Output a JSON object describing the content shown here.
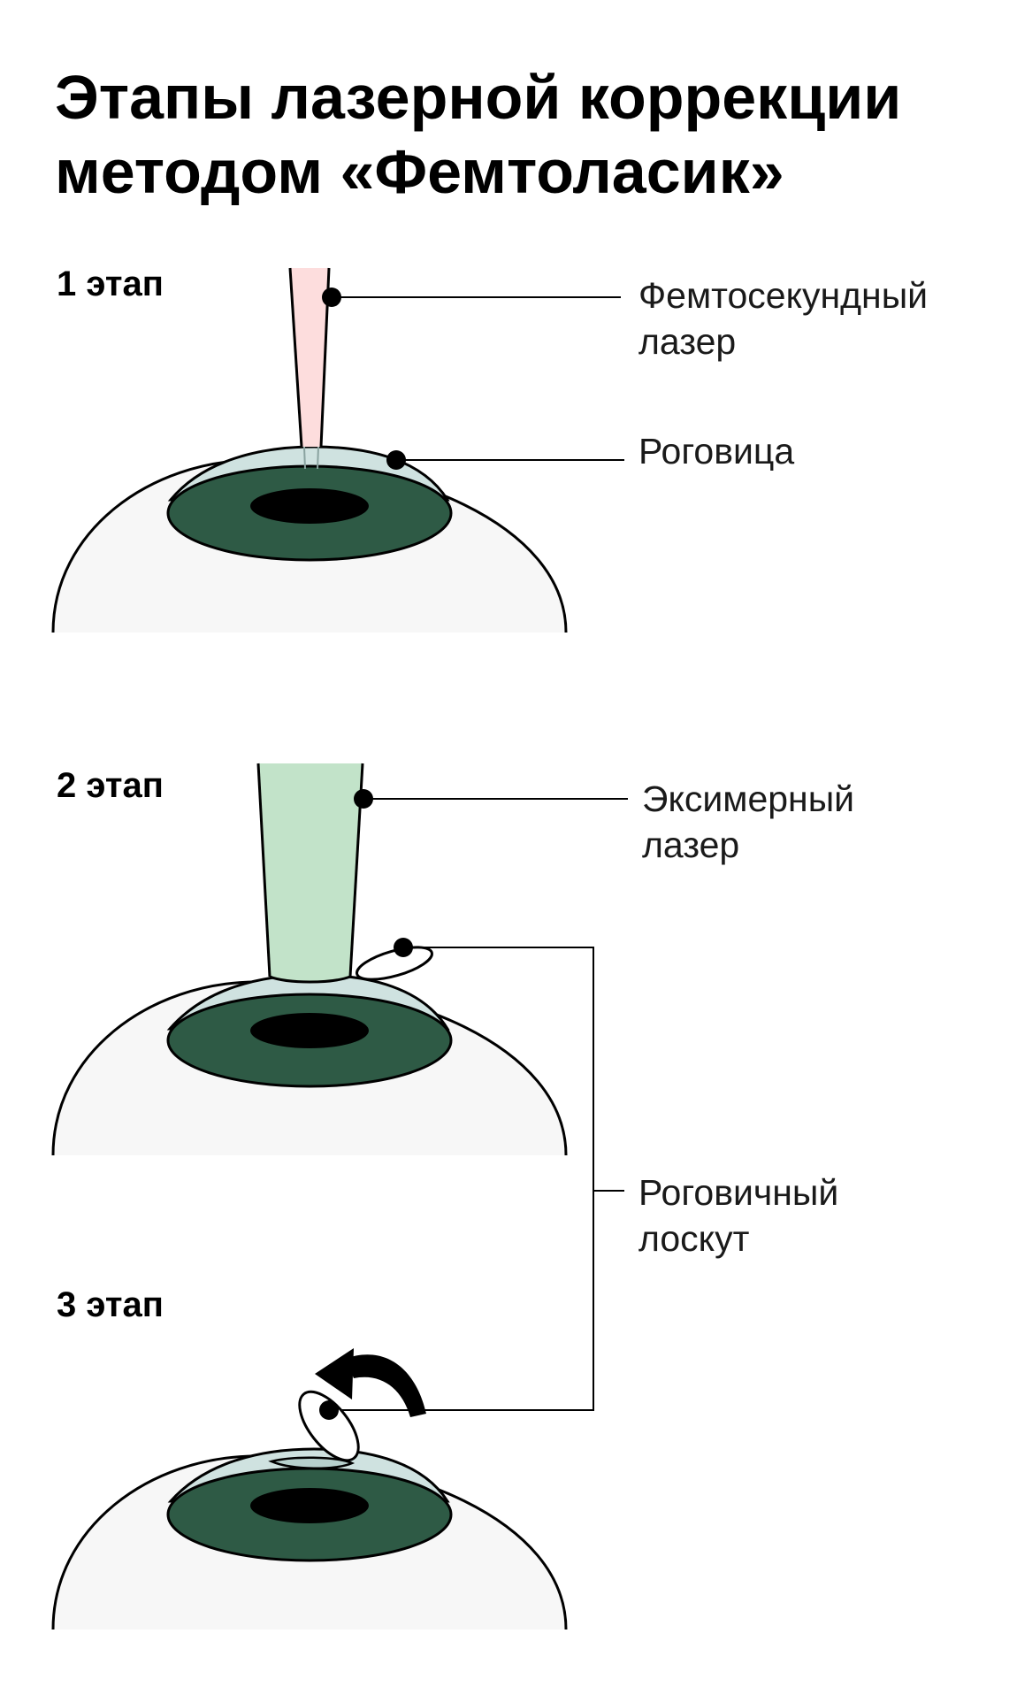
{
  "title": {
    "line1": "Этапы лазерной коррекции",
    "line2": "методом «Фемтоласик»"
  },
  "stages": [
    {
      "label": "1 этап"
    },
    {
      "label": "2 этап"
    },
    {
      "label": "3 этап"
    }
  ],
  "callouts": {
    "femto_laser": {
      "line1": "Фемтосекундный",
      "line2": "лазер"
    },
    "cornea": {
      "line1": "Роговица"
    },
    "excimer_laser": {
      "line1": "Эксимерный",
      "line2": "лазер"
    },
    "corneal_flap": {
      "line1": "Роговичный",
      "line2": "лоскут"
    }
  },
  "colors": {
    "iris": "#2e5a45",
    "pupil": "#000000",
    "cornea": "#cfe2e0",
    "eyeball": "#f7f7f7",
    "femto_beam": "#fddddd",
    "excimer_beam": "#c2e3c9",
    "outline": "#000000"
  }
}
